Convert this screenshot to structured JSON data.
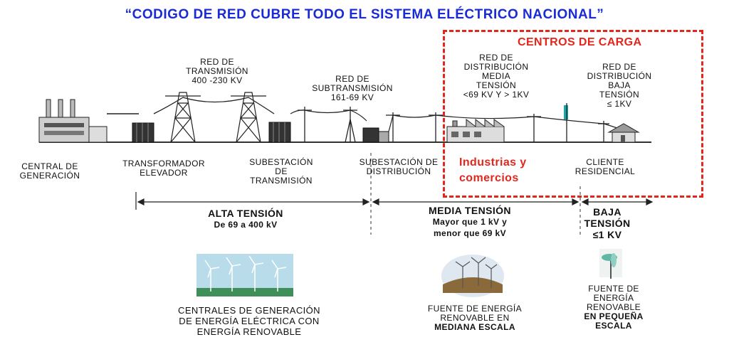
{
  "title": "“CODIGO DE RED CUBRE TODO EL SISTEMA ELÉCTRICO NACIONAL”",
  "load_centers": {
    "title": "CENTROS DE CARGA",
    "industries": [
      "Industrias y",
      "comercios"
    ],
    "border_color": "#e2261c"
  },
  "networks": {
    "transmission": [
      "RED DE",
      "TRANSMISIÓN",
      "400 -230 KV"
    ],
    "subtransmission": [
      "RED DE",
      "SUBTRANSMISIÓN",
      "161-69 KV"
    ],
    "medium_distribution": [
      "RED DE",
      "DISTRIBUCIÓN",
      "MEDIA",
      "TENSIÓN",
      "<69 KV Y  > 1KV"
    ],
    "low_distribution": [
      "RED DE",
      "DISTRIBUCIÓN",
      "BAJA",
      "TENSIÓN",
      "≤ 1KV"
    ]
  },
  "elements": {
    "central": [
      "CENTRAL DE",
      "GENERACIÓN"
    ],
    "transformer": [
      "TRANSFORMADOR",
      "ELEVADOR"
    ],
    "substation_transmission": [
      "SUBESTACIÓN",
      "DE",
      "TRANSMISIÓN"
    ],
    "substation_distribution": [
      "SUBESTACIÓN DE",
      "DISTRIBUCIÓN"
    ],
    "residential": [
      "CLIENTE",
      "RESIDENCIAL"
    ]
  },
  "voltage_ranges": {
    "high": {
      "name": "ALTA TENSIÓN",
      "range": "De 69 a 400 kV"
    },
    "medium": {
      "name": "MEDIA TENSIÓN",
      "range": [
        "Mayor que 1 kV y",
        "menor que 69 kV"
      ]
    },
    "low": {
      "name": [
        "BAJA",
        "TENSIÓN"
      ],
      "range": "≤1 KV"
    }
  },
  "renewables": {
    "large": [
      "CENTRALES DE  GENERACIÓN",
      "DE ENERGÍA  ELÉCTRICA CON",
      "ENERGÍA  RENOVABLE"
    ],
    "medium": [
      "FUENTE  DE ENERGÍA",
      "RENOVABLE EN",
      "MEDIANA ESCALA"
    ],
    "small": [
      "FUENTE DE",
      "ENERGÍA",
      "RENOVABLE",
      "EN PEQUEÑA",
      "ESCALA"
    ]
  },
  "colors": {
    "title": "#1a2bd6",
    "accent": "#e2261c"
  }
}
